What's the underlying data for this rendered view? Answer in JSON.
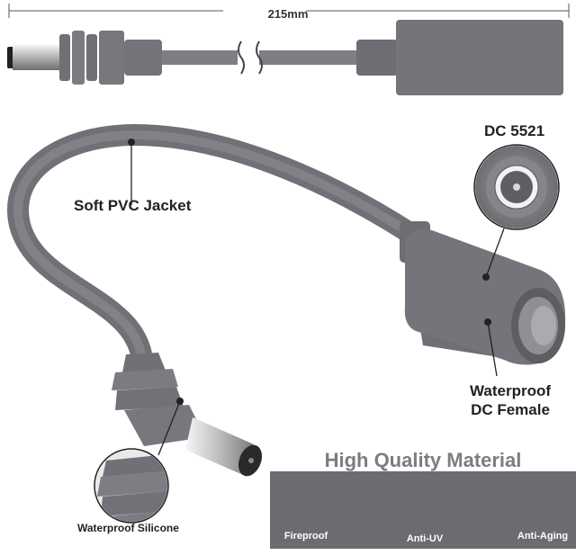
{
  "dimension": {
    "label": "215mm"
  },
  "callouts": {
    "jacket": "Soft PVC Jacket",
    "connector": "DC 5521",
    "female_line1": "Waterproof",
    "female_line2": "DC Female",
    "silicone": "Waterproof Silicone"
  },
  "quality_band": {
    "title": "High Quality Material",
    "features": [
      {
        "label": "Fireproof",
        "icon": "flame-shield-icon"
      },
      {
        "label": "Anti-UV",
        "icon": "uv-icon"
      },
      {
        "label": "Anti-Aging",
        "icon": "clock-refresh-icon"
      }
    ]
  },
  "colors": {
    "cable_gray": "#73757a",
    "band_gray": "#6a6c70",
    "title_gray": "#7b7d80"
  }
}
